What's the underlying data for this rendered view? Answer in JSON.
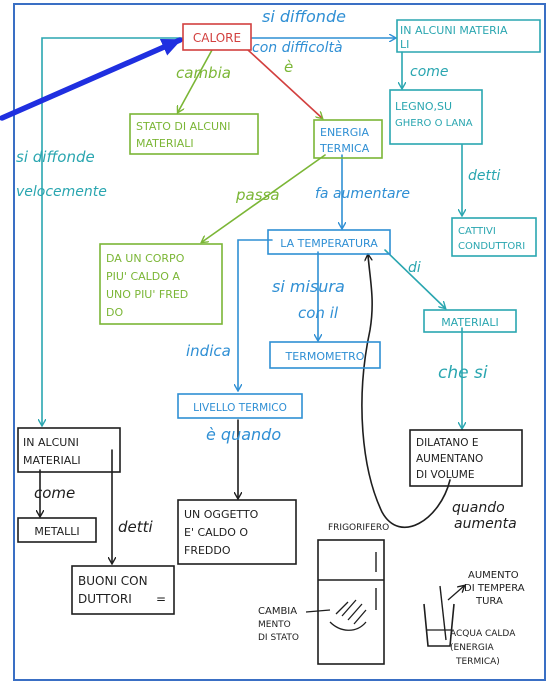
{
  "colors": {
    "frame": "#3a6fc4",
    "red": "#d2403f",
    "green": "#7bb636",
    "blue": "#2f8fd4",
    "teal": "#2aa6b0",
    "dark": "#1e1e1e",
    "arrow": "#1f2fe0",
    "paper": "#ffffff"
  },
  "diagram": {
    "root": "CALORE",
    "root_link_right": [
      "si diffonde",
      "con difficoltà"
    ],
    "box_alcuni_materiali_top": [
      "IN ALCUNI MATERIA",
      "LI"
    ],
    "link_come_top": "come",
    "box_legno": [
      "LEGNO,SU",
      "GHERO O LANA"
    ],
    "link_detti_top": "detti",
    "box_cattivi": [
      "CATTIVI",
      "CONDUTTORI"
    ],
    "link_cambia": "cambia",
    "link_e": "è",
    "box_stato": [
      "STATO DI ALCUNI",
      "MATERIALI"
    ],
    "box_energia": [
      "ENERGIA",
      "TERMICA"
    ],
    "link_passa": "passa",
    "link_fa_aumentare": "fa aumentare",
    "box_da_un_corpo": [
      "DA UN CORPO",
      "PIU' CALDO A",
      "UNO PIU' FRED",
      "DO"
    ],
    "box_temperatura": "LA TEMPERATURA",
    "link_di": "di",
    "box_materiali": "MATERIALI",
    "link_si_misura": [
      "si misura",
      "con il"
    ],
    "box_termometro": "TERMOMETRO",
    "link_indica": "indica",
    "link_che_si": "che si",
    "box_livello": "LIVELLO TERMICO",
    "link_e_quando": "è quando",
    "box_dilatano": [
      "DILATANO E",
      "AUMENTANO",
      "DI VOLUME"
    ],
    "link_quando_aumenta": [
      "quando",
      "aumenta"
    ],
    "link_left": [
      "si diffonde",
      "velocemente"
    ],
    "box_alcuni_materiali_left": [
      "IN ALCUNI",
      "MATERIALI"
    ],
    "link_come_left": "come",
    "box_metalli": "METALLI",
    "link_detti_left": "detti",
    "box_buoni": [
      "BUONI CON",
      "DUTTORI"
    ],
    "box_oggetto": [
      "UN OGGETTO",
      "E' CALDO O",
      "FREDDO"
    ],
    "fig_frigorifero": "FRIGORIFERO",
    "fig_cambia": [
      "CAMBIA",
      "MENTO",
      "DI STATO"
    ],
    "fig_aumento": [
      "AUMENTO",
      "DI TEMPERA",
      "TURA"
    ],
    "fig_acqua": [
      "ACQUA CALDA",
      "(ENERGIA",
      "TERMICA)"
    ]
  }
}
